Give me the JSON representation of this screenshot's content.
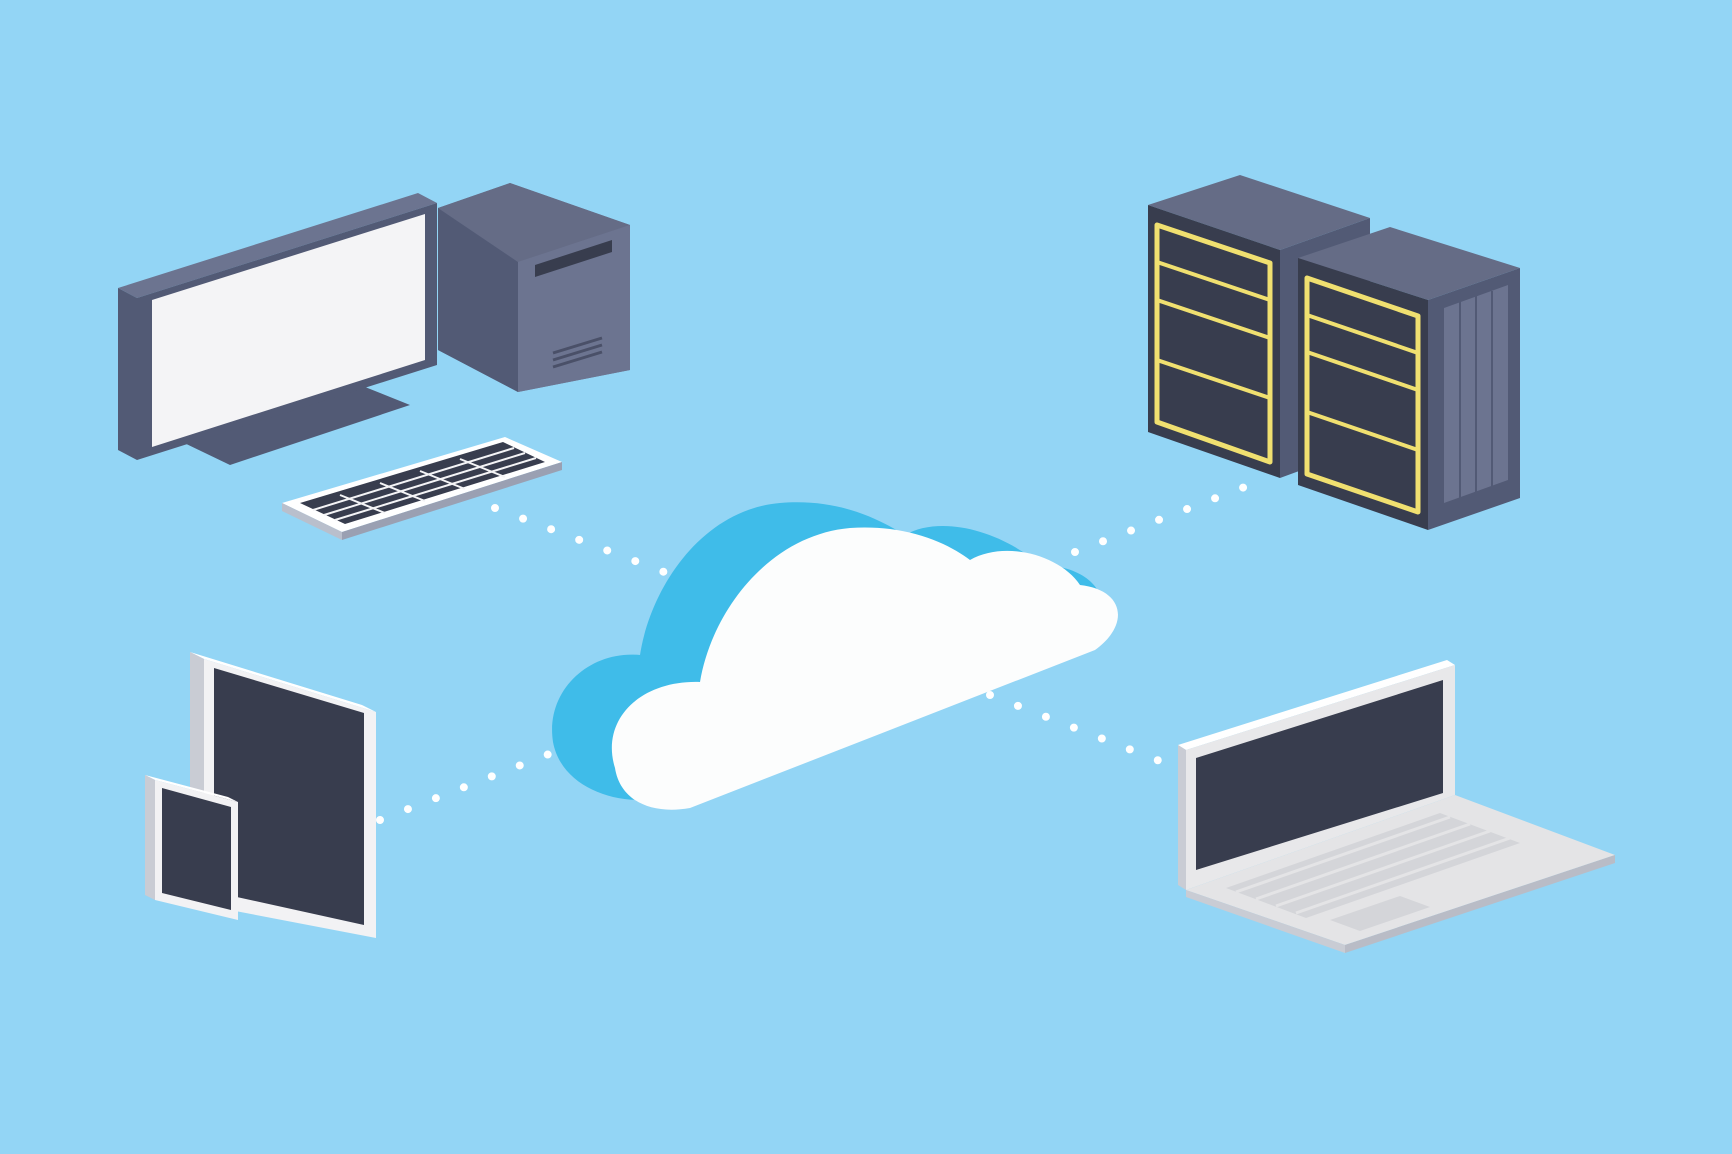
{
  "colors": {
    "background": "#93d5f5",
    "cloud_face": "#fcfdfd",
    "cloud_side": "#3fbce9",
    "device_dark": "#383d4e",
    "device_mid": "#525a75",
    "device_light": "#6c7490",
    "screen_white": "#f4f4f6",
    "rack_highlight": "#f0e070",
    "laptop_silver": "#e8e8ea",
    "tablet_frame": "#f2f2f4",
    "connector_dots": "#ffffff"
  },
  "diagram": {
    "hub": {
      "icon": "cloud-icon"
    },
    "nodes": [
      {
        "id": "desktop",
        "icon": "desktop-computer-icon"
      },
      {
        "id": "servers",
        "icon": "server-rack-icon"
      },
      {
        "id": "tablets",
        "icon": "tablet-icon"
      },
      {
        "id": "laptop",
        "icon": "laptop-icon"
      }
    ],
    "edges": [
      {
        "from": "cloud",
        "to": "desktop",
        "style": "dotted"
      },
      {
        "from": "cloud",
        "to": "servers",
        "style": "dotted"
      },
      {
        "from": "cloud",
        "to": "tablets",
        "style": "dotted"
      },
      {
        "from": "cloud",
        "to": "laptop",
        "style": "dotted"
      }
    ]
  }
}
